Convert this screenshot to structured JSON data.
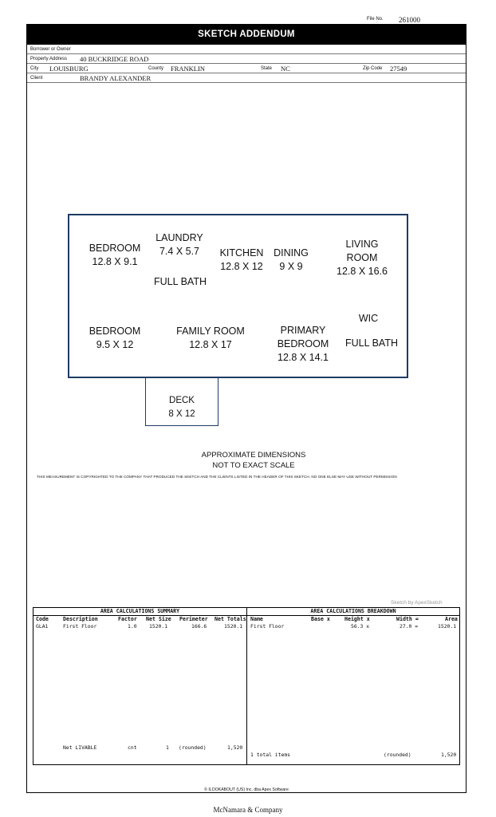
{
  "header": {
    "file_no_label": "File No.",
    "file_no": "261000",
    "title": "SKETCH ADDENDUM"
  },
  "fields": {
    "borrower_label": "Borrower or Owner",
    "borrower_value": "",
    "property_label": "Property Address",
    "property_value": "40 BUCKRIDGE ROAD",
    "city_label": "City",
    "city_value": "LOUISBURG",
    "county_label": "County",
    "county_value": "FRANKLIN",
    "state_label": "State",
    "state_value": "NC",
    "zip_label": "Zip Code",
    "zip_value": "27549",
    "client_label": "Client",
    "client_value": "BRANDY ALEXANDER"
  },
  "rooms": {
    "bedroom1_name": "BEDROOM",
    "bedroom1_dim": "12.8 X 9.1",
    "laundry_name": "LAUNDRY",
    "laundry_dim": "7.4 X 5.7",
    "full_bath1": "FULL BATH",
    "kitchen_name": "KITCHEN",
    "kitchen_dim": "12.8 X 12",
    "dining_name": "DINING",
    "dining_dim": "9 X 9",
    "living_name1": "LIVING",
    "living_name2": "ROOM",
    "living_dim": "12.8 X 16.6",
    "bedroom2_name": "BEDROOM",
    "bedroom2_dim": "9.5 X 12",
    "family_name": "FAMILY ROOM",
    "family_dim": "12.8 X 17",
    "primary_name1": "PRIMARY",
    "primary_name2": "BEDROOM",
    "primary_dim": "12.8 X 14.1",
    "wic": "WIC",
    "full_bath2": "FULL BATH",
    "deck_name": "DECK",
    "deck_dim": "8 X 12"
  },
  "notes": {
    "approx": "APPROXIMATE DIMENSIONS",
    "not_to_scale": "NOT TO EXACT SCALE",
    "copyright_notice": "THIS MEASUREMENT IS COPYRIGHTED TO THE COMPANY THAT PRODUCED THE SKETCH AND THE CLIENTS LISTED IN THE HEADER OF THIS SKETCH. NO ONE ELSE MAY USE WITHOUT PERMISSION",
    "sketch_by": "Sketch by ApexSketch"
  },
  "summary": {
    "title": "AREA CALCULATIONS SUMMARY",
    "headers": [
      "Code",
      "Description",
      "Factor",
      "Net Size",
      "Perimeter",
      "Net Totals"
    ],
    "row": {
      "code": "GLA1",
      "description": "First Floor",
      "factor": "1.0",
      "net_size": "1520.1",
      "perimeter": "166.6",
      "net_total": "1520.1"
    },
    "footer": {
      "label": "Net LIVABLE",
      "cnt_label": "cnt",
      "cnt": "1",
      "rounded": "(rounded)",
      "total": "1,520"
    }
  },
  "breakdown": {
    "title": "AREA CALCULATIONS BREAKDOWN",
    "headers": [
      "Name",
      "Base  x",
      "Height  x",
      "Width  =",
      "Area"
    ],
    "row": {
      "name": "First Floor",
      "height": "56.3  x",
      "width": "27.0  =",
      "area": "1520.1"
    },
    "footer": {
      "items": "1 total items",
      "rounded": "(rounded)",
      "total": "1,520"
    }
  },
  "footer": {
    "software": "© ILOOKABOUT (US) Inc. dba Apex Software",
    "company": "McNamara & Company"
  }
}
